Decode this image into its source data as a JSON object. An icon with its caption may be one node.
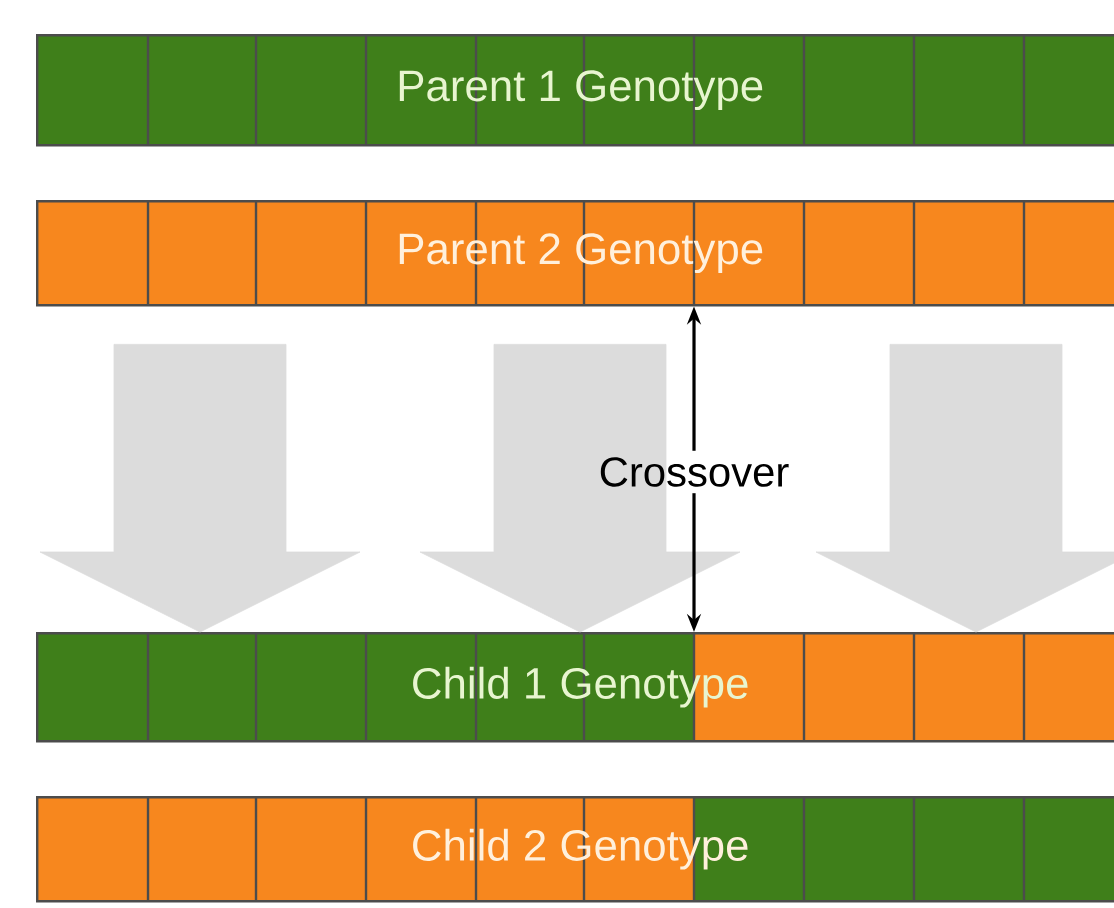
{
  "diagram": {
    "nodes": [
      {
        "text": [
          "Parent 1 Genotype"
        ]
      },
      {
        "text": [
          "Parent 2 Genotype"
        ]
      },
      {
        "text": [
          "Child 1 Genotype"
        ]
      },
      {
        "text": [
          "Child 2 Genotype"
        ]
      },
      {
        "text": [
          "Crossover"
        ]
      }
    ],
    "edges": [
      {
        "from": 1,
        "to": 2,
        "arrow": "to",
        "style": "thick",
        "color": "#dcdcdc"
      },
      {
        "from": 1,
        "to": 2,
        "arrow": "to",
        "style": "thick",
        "color": "#dcdcdc"
      },
      {
        "from": 1,
        "to": 2,
        "arrow": "to",
        "style": "thick",
        "color": "#dcdcdc"
      },
      {
        "from": 4,
        "to": 1,
        "arrow": "to"
      },
      {
        "from": 4,
        "to": 2,
        "arrow": "to"
      }
    ]
  }
}
